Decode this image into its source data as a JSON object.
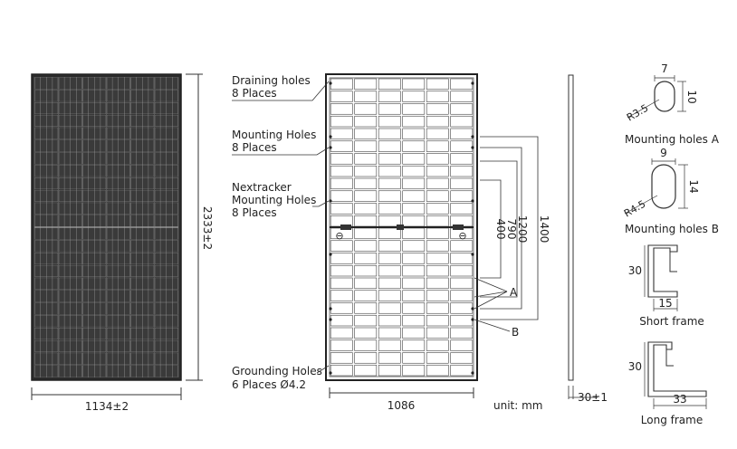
{
  "front_view": {
    "width_dim": "1134±2",
    "height_dim": "2333±2"
  },
  "back_view": {
    "width_dim": "1086",
    "draining_holes": {
      "line1": "Draining holes",
      "line2": "8 Places"
    },
    "mounting_holes": {
      "line1": "Mounting Holes",
      "line2": "8 Places"
    },
    "nextracker_holes": {
      "line1": "Nextracker",
      "line2": "Mounting Holes",
      "line3": "8 Places"
    },
    "grounding_holes": {
      "line1": "Grounding Holes",
      "line2": "6 Places Ø4.2"
    },
    "spacing_dims": [
      "400",
      "790",
      "1200",
      "1400"
    ],
    "marker_a": "A",
    "marker_b": "B",
    "ground_symbol": "⊖",
    "unit_label": "unit: mm"
  },
  "side_view": {
    "thickness_dim": "30±1"
  },
  "details": {
    "hole_a": {
      "width": "7",
      "height": "10",
      "radius": "R3.5",
      "caption": "Mounting holes A"
    },
    "hole_b": {
      "width": "9",
      "height": "14",
      "radius": "R4.5",
      "caption": "Mounting holes B"
    },
    "short_frame": {
      "height": "30",
      "width": "15",
      "caption": "Short frame"
    },
    "long_frame": {
      "height": "30",
      "width": "33",
      "caption": "Long frame"
    }
  },
  "colors": {
    "line": "#333333",
    "panel": "#2a2a2a"
  }
}
